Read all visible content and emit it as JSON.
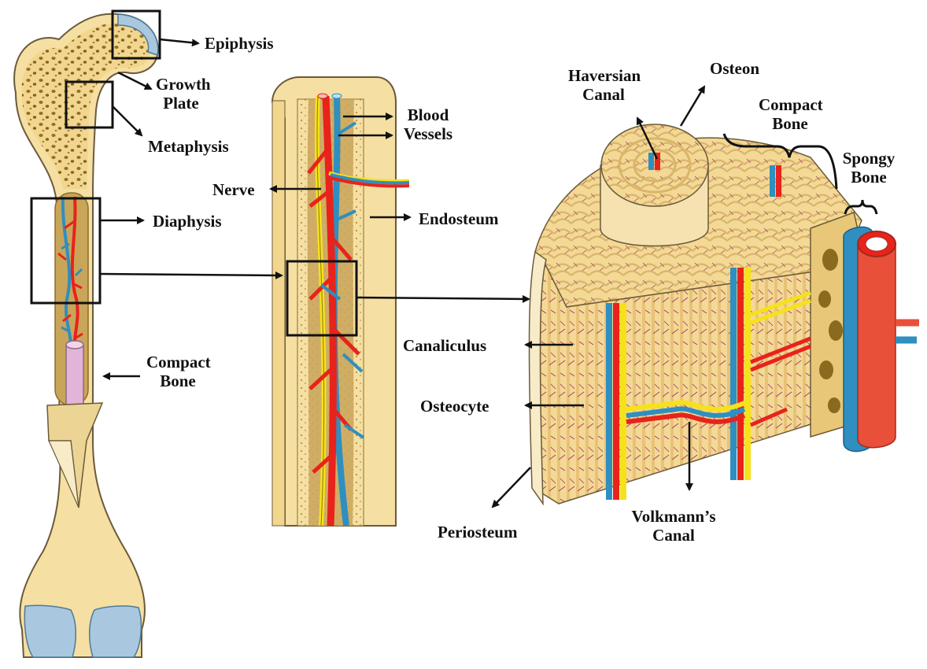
{
  "labels": {
    "epiphysis": "Epiphysis",
    "growth_plate_1": "Growth",
    "growth_plate_2": "Plate",
    "metaphysis": "Metaphysis",
    "diaphysis": "Diaphysis",
    "compact_bone_left_1": "Compact",
    "compact_bone_left_2": "Bone",
    "blood_vessels_1": "Blood",
    "blood_vessels_2": "Vessels",
    "nerve": "Nerve",
    "endosteum": "Endosteum",
    "haversian_canal_1": "Haversian",
    "haversian_canal_2": "Canal",
    "osteon": "Osteon",
    "compact_bone_right_1": "Compact",
    "compact_bone_right_2": "Bone",
    "spongy_bone_1": "Spongy",
    "spongy_bone_2": "Bone",
    "canaliculus": "Canaliculus",
    "osteocyte": "Osteocyte",
    "periosteum": "Periosteum",
    "volkmanns_canal_1": "Volkmann’s",
    "volkmanns_canal_2": "Canal"
  },
  "colors": {
    "bone": "#f5dfa3",
    "bone_dark": "#e9c97a",
    "marrow": "#c9a55a",
    "spongy_dots": "#8a6a1e",
    "artery": "#e8231b",
    "vein": "#2e8fc0",
    "nerve": "#f7e11a",
    "cartilage": "#a9c8df",
    "compact_rod": "#e2b5d8",
    "canaliculi": "#a0306a",
    "outline": "#6b5a3a",
    "frame": "#111111"
  }
}
